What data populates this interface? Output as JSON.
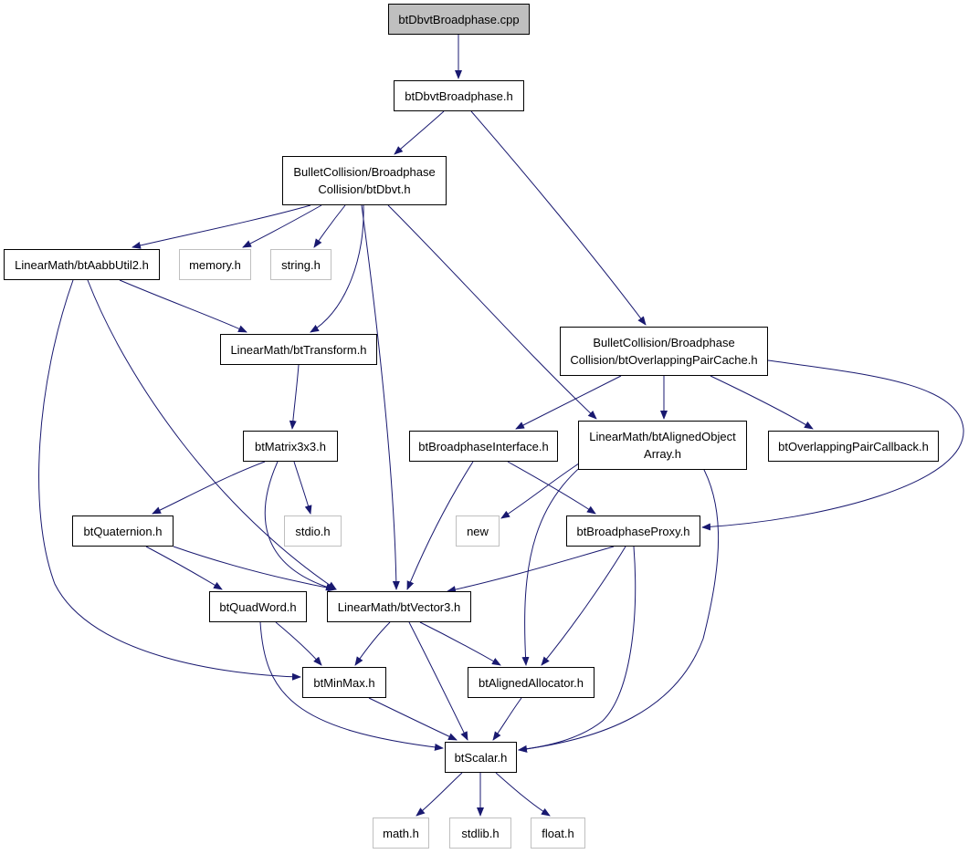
{
  "nodes": {
    "btDbvtBroadphase_cpp": [
      "btDbvtBroadphase.cpp"
    ],
    "btDbvtBroadphase_h": [
      "btDbvtBroadphase.h"
    ],
    "btDbvt_h": [
      "BulletCollision/Broadphase",
      "Collision/btDbvt.h"
    ],
    "btAabbUtil2_h": [
      "LinearMath/btAabbUtil2.h"
    ],
    "memory_h": [
      "memory.h"
    ],
    "string_h": [
      "string.h"
    ],
    "btTransform_h": [
      "LinearMath/btTransform.h"
    ],
    "btOverlappingPairCache_h": [
      "BulletCollision/Broadphase",
      "Collision/btOverlappingPairCache.h"
    ],
    "btMatrix3x3_h": [
      "btMatrix3x3.h"
    ],
    "btBroadphaseInterface_h": [
      "btBroadphaseInterface.h"
    ],
    "btAlignedObjectArray_h": [
      "LinearMath/btAlignedObject",
      "Array.h"
    ],
    "btOverlappingPairCallback_h": [
      "btOverlappingPairCallback.h"
    ],
    "btQuaternion_h": [
      "btQuaternion.h"
    ],
    "stdio_h": [
      "stdio.h"
    ],
    "new": [
      "new"
    ],
    "btBroadphaseProxy_h": [
      "btBroadphaseProxy.h"
    ],
    "btQuadWord_h": [
      "btQuadWord.h"
    ],
    "btVector3_h": [
      "LinearMath/btVector3.h"
    ],
    "btMinMax_h": [
      "btMinMax.h"
    ],
    "btAlignedAllocator_h": [
      "btAlignedAllocator.h"
    ],
    "btScalar_h": [
      "btScalar.h"
    ],
    "math_h": [
      "math.h"
    ],
    "stdlib_h": [
      "stdlib.h"
    ],
    "float_h": [
      "float.h"
    ]
  },
  "edges": [
    [
      "btDbvtBroadphase_cpp",
      "btDbvtBroadphase_h"
    ],
    [
      "btDbvtBroadphase_h",
      "btDbvt_h"
    ],
    [
      "btDbvtBroadphase_h",
      "btOverlappingPairCache_h"
    ],
    [
      "btDbvt_h",
      "btAabbUtil2_h"
    ],
    [
      "btDbvt_h",
      "memory_h"
    ],
    [
      "btDbvt_h",
      "string_h"
    ],
    [
      "btDbvt_h",
      "btTransform_h"
    ],
    [
      "btDbvt_h",
      "btVector3_h"
    ],
    [
      "btDbvt_h",
      "btAlignedObjectArray_h"
    ],
    [
      "btAabbUtil2_h",
      "btTransform_h"
    ],
    [
      "btAabbUtil2_h",
      "btVector3_h"
    ],
    [
      "btAabbUtil2_h",
      "btMinMax_h"
    ],
    [
      "btTransform_h",
      "btMatrix3x3_h"
    ],
    [
      "btMatrix3x3_h",
      "btQuaternion_h"
    ],
    [
      "btMatrix3x3_h",
      "stdio_h"
    ],
    [
      "btMatrix3x3_h",
      "btVector3_h"
    ],
    [
      "btQuaternion_h",
      "btQuadWord_h"
    ],
    [
      "btQuaternion_h",
      "btVector3_h"
    ],
    [
      "btQuadWord_h",
      "btMinMax_h"
    ],
    [
      "btQuadWord_h",
      "btScalar_h"
    ],
    [
      "btOverlappingPairCache_h",
      "btBroadphaseInterface_h"
    ],
    [
      "btOverlappingPairCache_h",
      "btAlignedObjectArray_h"
    ],
    [
      "btOverlappingPairCache_h",
      "btOverlappingPairCallback_h"
    ],
    [
      "btOverlappingPairCache_h",
      "btBroadphaseProxy_h"
    ],
    [
      "btBroadphaseInterface_h",
      "btVector3_h"
    ],
    [
      "btBroadphaseInterface_h",
      "btBroadphaseProxy_h"
    ],
    [
      "btAlignedObjectArray_h",
      "new"
    ],
    [
      "btAlignedObjectArray_h",
      "btAlignedAllocator_h"
    ],
    [
      "btAlignedObjectArray_h",
      "btScalar_h"
    ],
    [
      "btBroadphaseProxy_h",
      "btVector3_h"
    ],
    [
      "btBroadphaseProxy_h",
      "btAlignedAllocator_h"
    ],
    [
      "btBroadphaseProxy_h",
      "btScalar_h"
    ],
    [
      "btVector3_h",
      "btMinMax_h"
    ],
    [
      "btVector3_h",
      "btAlignedAllocator_h"
    ],
    [
      "btVector3_h",
      "btScalar_h"
    ],
    [
      "btMinMax_h",
      "btScalar_h"
    ],
    [
      "btAlignedAllocator_h",
      "btScalar_h"
    ],
    [
      "btScalar_h",
      "math_h"
    ],
    [
      "btScalar_h",
      "stdlib_h"
    ],
    [
      "btScalar_h",
      "float_h"
    ]
  ],
  "colors": {
    "edge": "#191970",
    "root_fill": "#bfbfbf",
    "system_border": "#bfbfbf"
  }
}
